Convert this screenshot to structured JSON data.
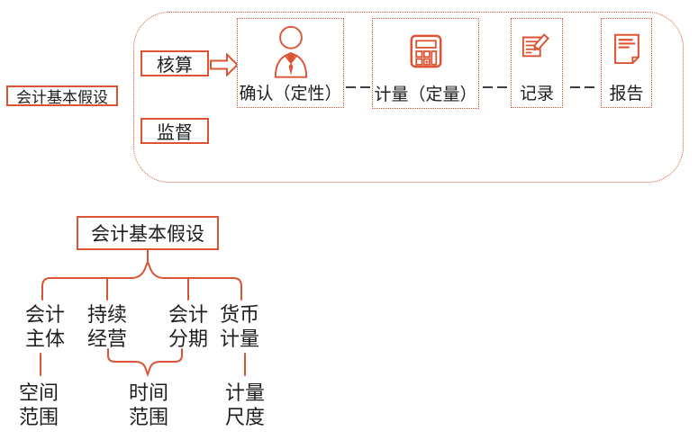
{
  "colors": {
    "accent": "#dc5434",
    "text": "#1e1e1e",
    "dash": "#3c3c3c"
  },
  "top": {
    "side_label": "会计基本假设",
    "kernel_label": "核算",
    "supervise_label": "监督",
    "steps": [
      {
        "label": "确认（定性）",
        "icon": "person-icon"
      },
      {
        "label": "计量（定量）",
        "icon": "calculator-icon"
      },
      {
        "label": "记录",
        "icon": "pen-paper-icon"
      },
      {
        "label": "报告",
        "icon": "report-icon"
      }
    ]
  },
  "bottom": {
    "root_label": "会计基本假设",
    "children": [
      {
        "line1": "会计",
        "line2": "主体"
      },
      {
        "line1": "持续",
        "line2": "经营"
      },
      {
        "line1": "会计",
        "line2": "分期"
      },
      {
        "line1": "货币",
        "line2": "计量"
      }
    ],
    "leaves": [
      {
        "line1": "空间",
        "line2": "范围"
      },
      {
        "line1": "时间",
        "line2": "范围"
      },
      {
        "line1": "计量",
        "line2": "尺度"
      }
    ]
  }
}
